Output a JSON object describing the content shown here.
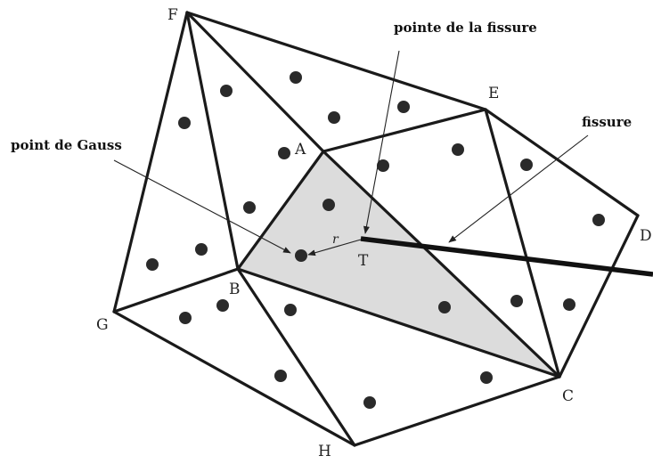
{
  "annotations": {
    "crack_tip": "pointe de la fissure",
    "crack": "fissure",
    "gauss_point": "point de Gauss"
  },
  "vertex_labels": {
    "F": "F",
    "E": "E",
    "A": "A",
    "D": "D",
    "B": "B",
    "G": "G",
    "T": "T",
    "C": "C",
    "H": "H"
  },
  "distance_label": "r",
  "colors": {
    "line": "#1a1a1a",
    "shaded_element": "#dcdcdc",
    "gauss_point": "#2a2a2a"
  }
}
